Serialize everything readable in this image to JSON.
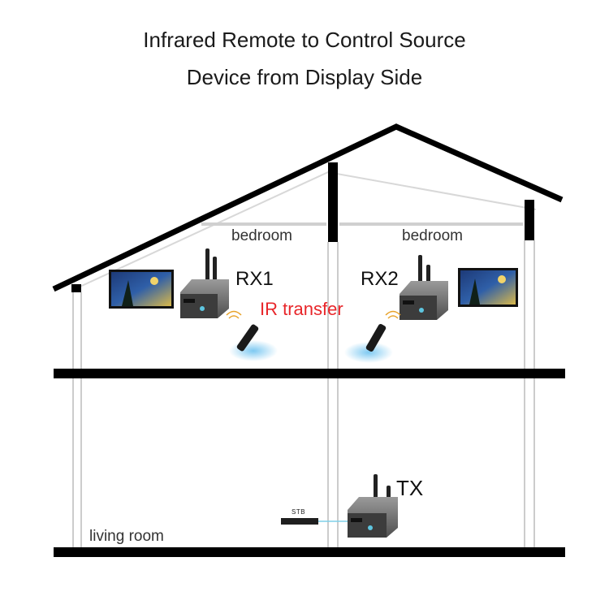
{
  "title": {
    "line1": "Infrared Remote to Control Source",
    "line2": "Device from Display Side"
  },
  "rooms": {
    "bedroom_left": "bedroom",
    "bedroom_right": "bedroom",
    "living_room": "living room"
  },
  "devices": {
    "rx1": "RX1",
    "rx2": "RX2",
    "tx": "TX",
    "stb": "STB"
  },
  "annotation": {
    "ir_transfer": "IR transfer"
  },
  "colors": {
    "ir_label": "#e8262a",
    "structure": "#000000",
    "device_body": "#6b6b6b",
    "remote_glow": "#6fc3f0"
  }
}
